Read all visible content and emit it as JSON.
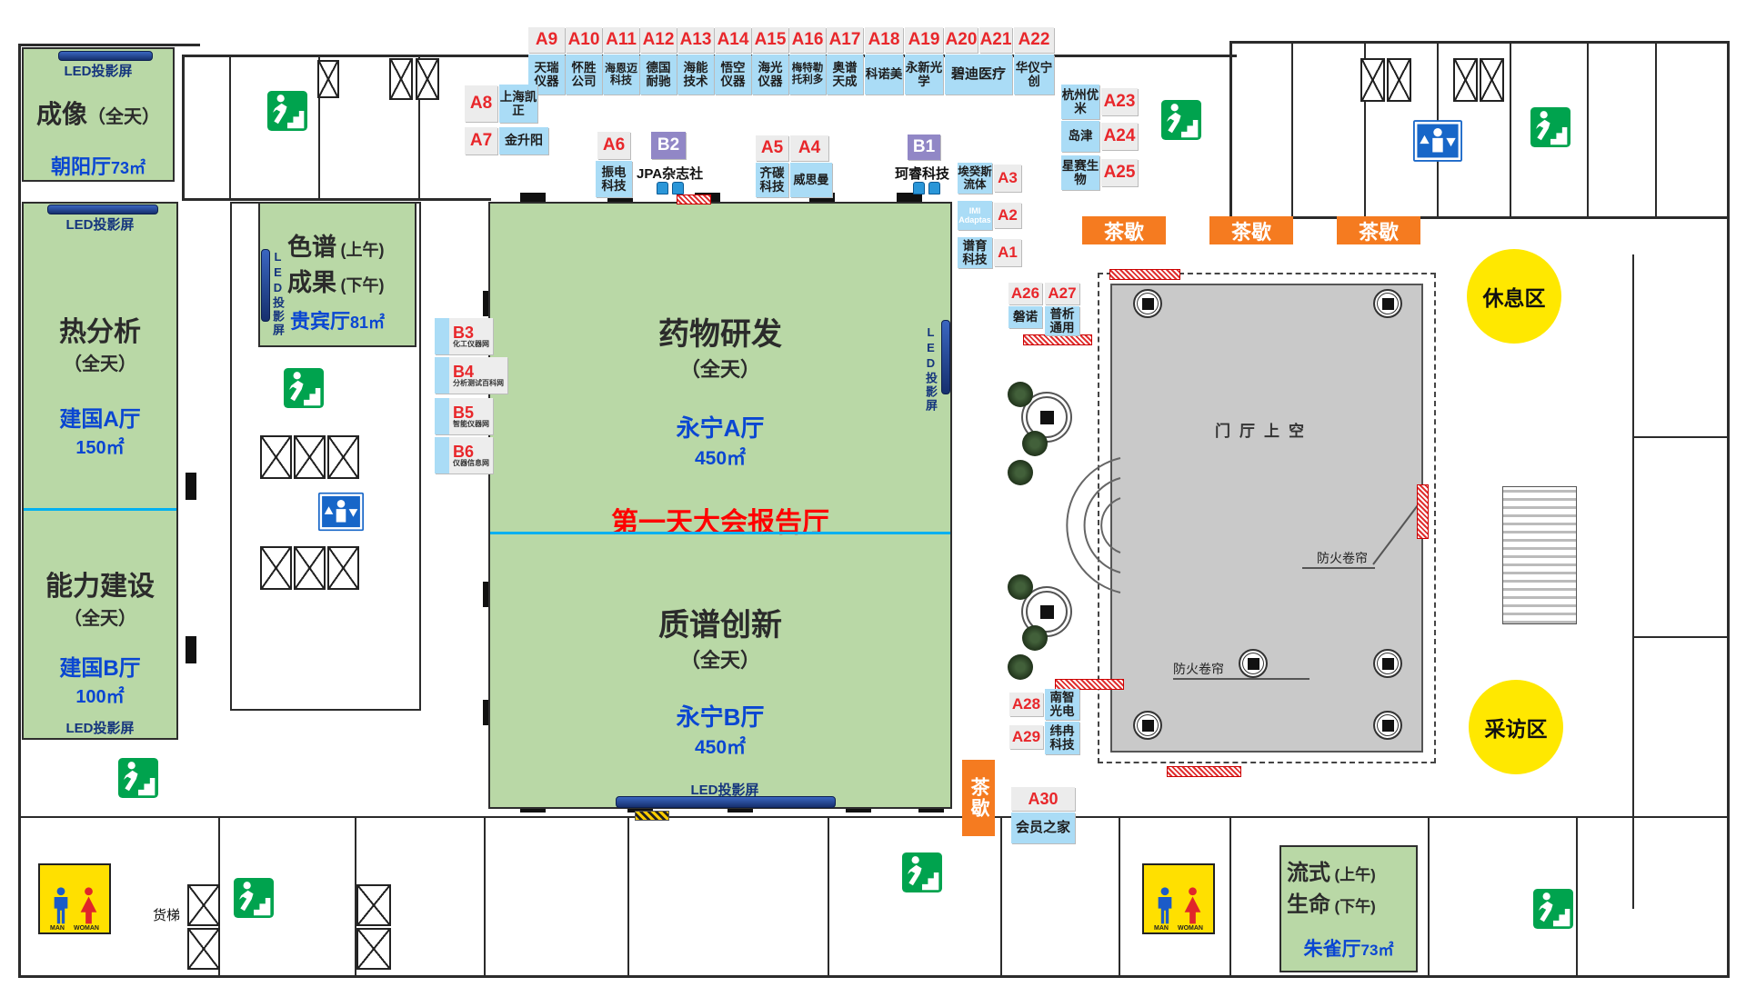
{
  "colors": {
    "room_green": "#b9d8a6",
    "booth_blue": "#aadcf6",
    "booth_label_gray": "#ececec",
    "booth_id_red": "#e8272b",
    "journal_purple": "#9187c6",
    "tea_orange": "#f57b20",
    "zone_yellow": "#ffe800",
    "atrium_gray": "#c9c9c9",
    "divider_cyan": "#00b0f0",
    "banner_red": "#ff0000",
    "hall_blue": "#0a46d2",
    "led_navy": "#15357d",
    "exit_green": "#00a34e",
    "elevator_blue": "#1766c8",
    "toilet_yellow": "#ffe000"
  },
  "labels": {
    "led": "LED投影屏",
    "freight_elevator": "货梯",
    "man": "MAN",
    "woman": "WOMAN"
  },
  "banner": {
    "text": "第一天大会报告厅"
  },
  "atrium": {
    "name": "门厅上空",
    "fire_curtain": "防火卷帘"
  },
  "zones": {
    "tea_break": "茶歇",
    "rest_area": "休息区",
    "interview_area": "采访区"
  },
  "rooms": {
    "chaoyang": {
      "topic": "成像",
      "time": "（全天）",
      "hall": "朝阳厅",
      "area": "73㎡"
    },
    "jianguo_a": {
      "topic": "热分析",
      "time": "（全天）",
      "hall": "建国A厅",
      "area": "150㎡"
    },
    "jianguo_b": {
      "topic": "能力建设",
      "time": "（全天）",
      "hall": "建国B厅",
      "area": "100㎡"
    },
    "guibin": {
      "topic1": "色谱",
      "time1": "(上午)",
      "topic2": "成果",
      "time2": "(下午)",
      "hall": "贵宾厅",
      "area": "81㎡"
    },
    "yongning_a": {
      "topic": "药物研发",
      "time": "（全天）",
      "hall": "永宁A厅",
      "area": "450㎡"
    },
    "yongning_b": {
      "topic": "质谱创新",
      "time": "（全天）",
      "hall": "永宁B厅",
      "area": "450㎡"
    },
    "zhuque": {
      "topic1": "流式",
      "time1": "(上午)",
      "topic2": "生命",
      "time2": "(下午)",
      "hall": "朱雀厅",
      "area": "73㎡"
    }
  },
  "booths": {
    "A1": {
      "id": "A1",
      "name": "谱育科技"
    },
    "A2": {
      "id": "A2",
      "name": "IMI Adaptas"
    },
    "A3": {
      "id": "A3",
      "name": "埃癸斯流体"
    },
    "A4": {
      "id": "A4",
      "name": "威思曼"
    },
    "A5": {
      "id": "A5",
      "name": "齐碳科技"
    },
    "A6": {
      "id": "A6",
      "name": "振电科技"
    },
    "A7": {
      "id": "A7",
      "name": "金升阳"
    },
    "A8": {
      "id": "A8",
      "name": "上海凯正"
    },
    "A9": {
      "id": "A9",
      "name": "天瑞仪器"
    },
    "A10": {
      "id": "A10",
      "name": "怀胜公司"
    },
    "A11": {
      "id": "A11",
      "name": "海恩迈科技"
    },
    "A12": {
      "id": "A12",
      "name": "德国耐驰"
    },
    "A13": {
      "id": "A13",
      "name": "海能技术"
    },
    "A14": {
      "id": "A14",
      "name": "悟空仪器"
    },
    "A15": {
      "id": "A15",
      "name": "海光仪器"
    },
    "A16": {
      "id": "A16",
      "name": "梅特勒托利多"
    },
    "A17": {
      "id": "A17",
      "name": "奥谱天成"
    },
    "A18": {
      "id": "A18",
      "name": "科诺美"
    },
    "A19": {
      "id": "A19",
      "name": "永新光学"
    },
    "A20": {
      "id": "A20",
      "name": "碧迪医疗"
    },
    "A21": {
      "id": "A21",
      "name": "碧迪医疗"
    },
    "A22": {
      "id": "A22",
      "name": "华仪宁创"
    },
    "A23": {
      "id": "A23",
      "name": "杭州优米"
    },
    "A24": {
      "id": "A24",
      "name": "岛津"
    },
    "A25": {
      "id": "A25",
      "name": "星赛生物"
    },
    "A26": {
      "id": "A26",
      "name": "磐诺"
    },
    "A27": {
      "id": "A27",
      "name": "普析通用"
    },
    "A28": {
      "id": "A28",
      "name": "南智光电"
    },
    "A29": {
      "id": "A29",
      "name": "纬冉科技"
    },
    "A30": {
      "id": "A30",
      "name": "会员之家"
    },
    "B1": {
      "id": "B1",
      "name": "珂睿科技"
    },
    "B2": {
      "id": "B2",
      "name": "JPA杂志社"
    },
    "B3": {
      "id": "B3",
      "name": "化工仪器网"
    },
    "B4": {
      "id": "B4",
      "name": "分析测试百科网"
    },
    "B5": {
      "id": "B5",
      "name": "智能仪器网"
    },
    "B6": {
      "id": "B6",
      "name": "仪器信息网"
    }
  }
}
